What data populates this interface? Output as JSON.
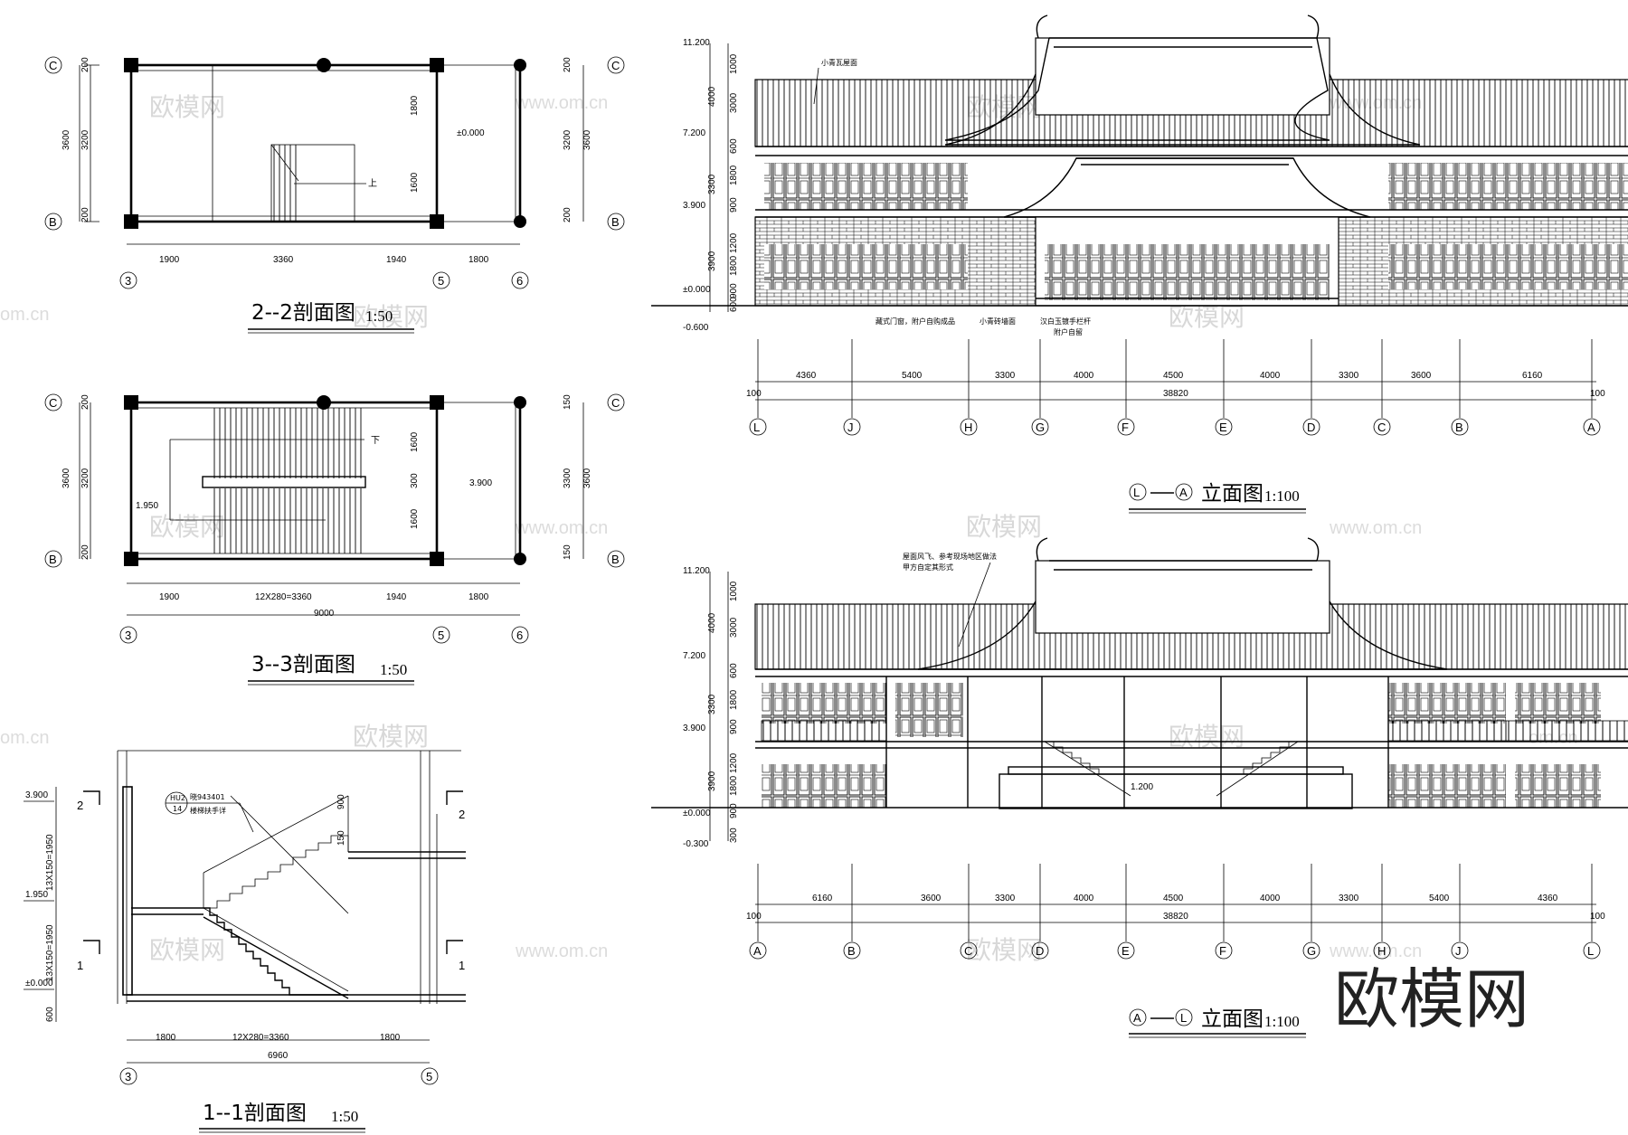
{
  "watermark": {
    "brand": "欧模网",
    "url": "www.om.cn",
    "url_short": "om.cn"
  },
  "brand_logo": "欧模网",
  "section_22": {
    "title": "2--2剖面图",
    "scale": "1:50",
    "dims_bottom": [
      "1900",
      "3360",
      "1940",
      "1800"
    ],
    "axes_bottom": [
      "3",
      "5",
      "6"
    ],
    "axes_side": [
      "C",
      "B"
    ],
    "dims_left": [
      "3600",
      "3200",
      "200",
      "200"
    ],
    "dims_right": [
      "200",
      "3200",
      "3600",
      "200"
    ],
    "dims_inner": [
      "1800",
      "1600"
    ],
    "level": "±0.000",
    "stair_note": "上"
  },
  "section_33": {
    "title": "3--3剖面图",
    "scale": "1:50",
    "dims_bottom": [
      "1900",
      "12X280=3360",
      "1940",
      "1800"
    ],
    "total": "9000",
    "axes_bottom": [
      "3",
      "5",
      "6"
    ],
    "axes_side": [
      "C",
      "B"
    ],
    "dims_left": [
      "3600",
      "3200",
      "200",
      "200"
    ],
    "dims_right": [
      "150",
      "3300",
      "3600",
      "150"
    ],
    "dims_inner": [
      "1600",
      "300",
      "1600"
    ],
    "levels": [
      "1.950",
      "3.900"
    ],
    "stair_note": "下"
  },
  "section_11": {
    "title": "1--1剖面图",
    "scale": "1:50",
    "dims_bottom": [
      "1800",
      "12X280=3360",
      "1800"
    ],
    "total": "6960",
    "axes_bottom": [
      "3",
      "5"
    ],
    "levels": [
      "3.900",
      "1.950",
      "±0.000"
    ],
    "dims_left": [
      "13X150=1950",
      "13X150=1950",
      "600"
    ],
    "rail_dims": [
      "900",
      "150"
    ],
    "callout": {
      "top": "HU2",
      "bottom": "14",
      "text1": "晓943401",
      "text2": "楼梯扶手详"
    },
    "cut_marks": [
      "2",
      "2",
      "1",
      "1"
    ]
  },
  "elev_LA": {
    "title_from": "L",
    "title_to": "A",
    "title_text": "立面图",
    "scale": "1:100",
    "levels": [
      "11.200",
      "7.200",
      "3.900",
      "±0.000",
      "-0.600"
    ],
    "left_dims": [
      "1000",
      "4000",
      "3000",
      "600",
      "3300",
      "1800",
      "900",
      "3900",
      "1200",
      "1800",
      "900",
      "600"
    ],
    "dims": [
      "4360",
      "5400",
      "3300",
      "4000",
      "4500",
      "4000",
      "3300",
      "3600",
      "6160"
    ],
    "total": "38820",
    "end_offsets": [
      "100",
      "100"
    ],
    "axes": [
      "L",
      "J",
      "H",
      "G",
      "F",
      "E",
      "D",
      "C",
      "B",
      "A"
    ],
    "notes": [
      "小青瓦屋面",
      "藏式门窗，附户自购成品",
      "小青砖墙面",
      "汉白玉镀手栏杆",
      "附户自留"
    ]
  },
  "elev_AL": {
    "title_from": "A",
    "title_to": "L",
    "title_text": "立面图",
    "scale": "1:100",
    "levels": [
      "11.200",
      "7.200",
      "3.900",
      "±0.000",
      "-0.300"
    ],
    "left_dims": [
      "1000",
      "4000",
      "3000",
      "600",
      "3300",
      "1800",
      "900",
      "3900",
      "1200",
      "1800",
      "900",
      "300"
    ],
    "dims": [
      "6160",
      "3600",
      "3300",
      "4000",
      "4500",
      "4000",
      "3300",
      "5400",
      "4360"
    ],
    "total": "38820",
    "end_offsets": [
      "100",
      "100"
    ],
    "axes": [
      "A",
      "B",
      "C",
      "D",
      "E",
      "F",
      "G",
      "H",
      "J",
      "L"
    ],
    "stair_level": "1.200",
    "notes": [
      "屋面风飞、参考现场地区做法",
      "甲方自定其形式"
    ]
  }
}
